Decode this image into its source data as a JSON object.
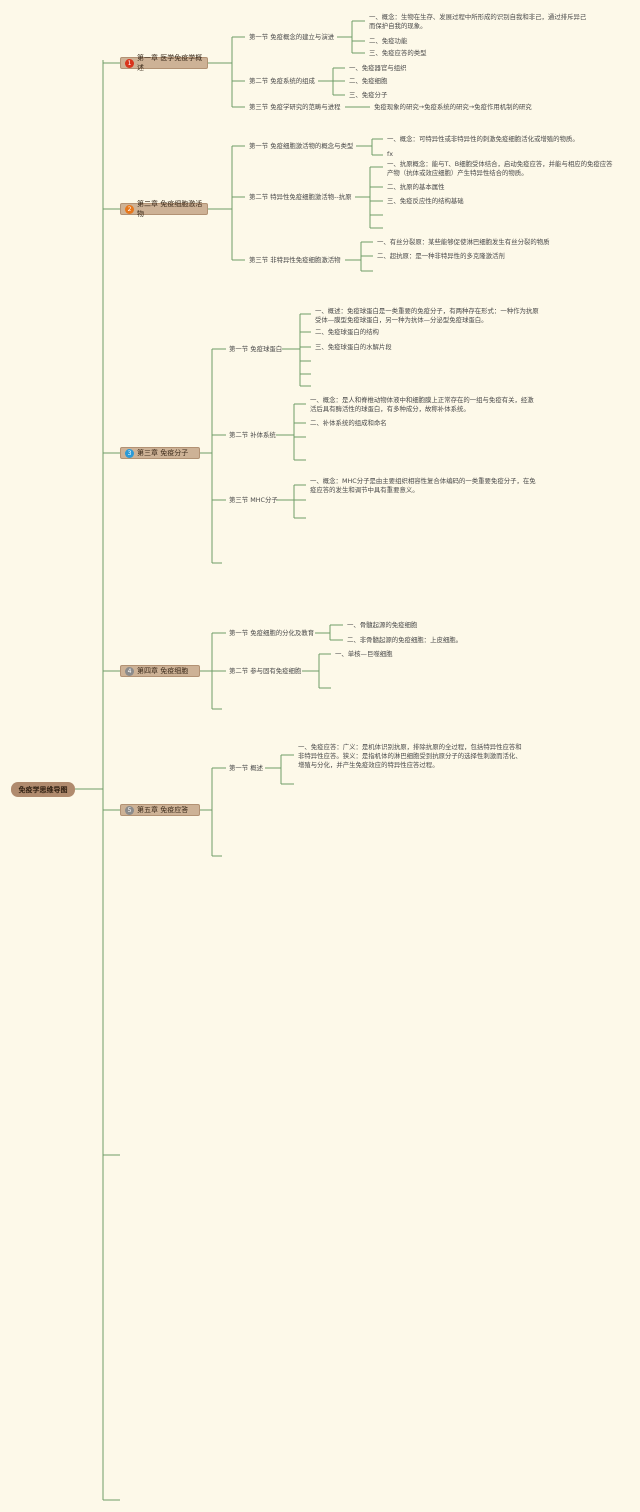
{
  "root": "免疫学思维导图",
  "chapters": [
    {
      "label": "第一章 医学免疫学概述",
      "number": "1",
      "color": "#d9341c",
      "sections": [
        {
          "label": "第一节 免疫概念的建立与演进",
          "items": [
            "一、概念：生物在生存、发展过程中所形成的识别自我和非己，通过排斥异己而保护自我的现象。",
            "二、免疫功能",
            "三、免疫应答的类型"
          ]
        },
        {
          "label": "第二节 免疫系统的组成",
          "items": [
            "一、免疫器官与组织",
            "二、免疫细胞",
            "三、免疫分子"
          ]
        },
        {
          "label": "第三节 免疫学研究的范畴与进程",
          "items": [
            "免疫现象的研究→免疫系统的研究→免疫作用机制的研究"
          ]
        }
      ]
    },
    {
      "label": "第二章 免疫细胞激活物",
      "number": "2",
      "color": "#e6771c",
      "sections": [
        {
          "label": "第一节 免疫细胞激活物的概念与类型",
          "items": [
            "一、概念：可特异性或非特异性的刺激免疫细胞活化或增殖的物质。",
            "fx"
          ]
        },
        {
          "label": "第二节 特异性免疫细胞激活物--抗原",
          "items": [
            "一、抗原概念：能与T、B细胞受体结合，启动免疫应答，并能与相应的免疫应答产物（抗体或效应细胞）产生特异性结合的物质。",
            "二、抗原的基本属性",
            "三、免疫反应性的结构基础",
            "",
            ""
          ]
        },
        {
          "label": "第三节 非特异性免疫细胞激活物",
          "items": [
            "一、有丝分裂原：某些能够促使淋巴细胞发生有丝分裂的物质",
            "二、超抗原：是一种非特异性的多克隆激活剂"
          ]
        }
      ]
    },
    {
      "label": "第三章 免疫分子",
      "number": "3",
      "color": "#2c9ad6",
      "sections": [
        {
          "label": "第一节 免疫球蛋白",
          "items": [
            "一、概述：免疫球蛋白是一类重要的免疫分子，有两种存在形式：一种作为抗原受体—膜型免疫球蛋白，另一种为抗体—分泌型免疫球蛋白。",
            "二、免疫球蛋白的结构",
            "三、免疫球蛋白的水解片段",
            "",
            "",
            ""
          ]
        },
        {
          "label": "第二节 补体系统",
          "items": [
            "一、概念：是人和脊椎动物体液中和细胞膜上正常存在的一组与免疫有关，经激活后具有酶活性的球蛋白，有多种成分，故称补体系统。",
            "二、补体系统的组成和命名",
            "",
            ""
          ]
        },
        {
          "label": "第三节 MHC分子",
          "items": [
            "一、概念：MHC分子是由主要组织相容性复合体编码的一类重要免疫分子，在免疫应答的发生和调节中具有重要意义。",
            "",
            ""
          ]
        }
      ]
    },
    {
      "label": "第四章 免疫细胞",
      "number": "4",
      "color": "#8c8c8c",
      "sections": [
        {
          "label": "第一节 免疫细胞的分化及教育",
          "items": [
            "一、骨髓起源的免疫细胞",
            "二、非骨髓起源的免疫细胞：上皮细胞。"
          ]
        },
        {
          "label": "第二节 参与固有免疫细胞",
          "items": [
            "一、单核—巨噬细胞",
            ""
          ]
        }
      ]
    },
    {
      "label": "第五章 免疫应答",
      "number": "5",
      "color": "#8c8c8c",
      "sections": [
        {
          "label": "第一节 概述",
          "items": [
            "一、免疫应答：广义：是机体识别抗原，排除抗原的全过程，包括特异性应答和非特异性应答。狭义：是指机体的淋巴细胞受到抗原分子的选择性刺激而活化、增殖与分化，并产生免疫效应的特异性应答过程。"
          ]
        }
      ]
    }
  ],
  "colors": {
    "line": "#6e9d68",
    "background": "#fdf9e9",
    "chapter_fill": "#cdb296"
  }
}
